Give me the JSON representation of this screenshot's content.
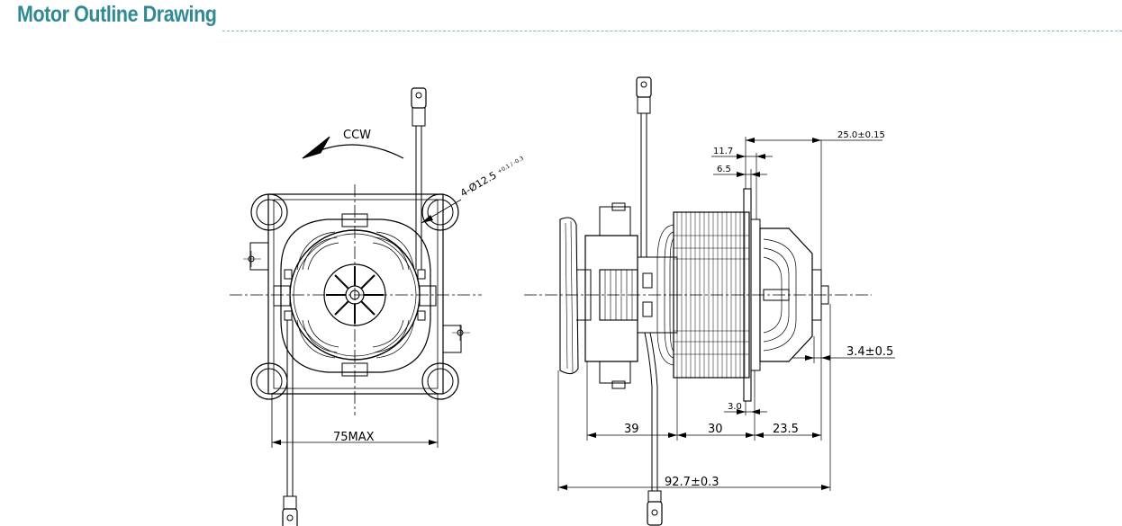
{
  "title": "Motor Outline Drawing",
  "colors": {
    "title": "#2f8a93",
    "rule": "#7fb6bf",
    "line": "#000000"
  },
  "front_view": {
    "rotation_label": "CCW",
    "hole_label": "4-Ø12.5",
    "hole_tolerance": "+0.1 / -0.3",
    "width_label": "75MAX"
  },
  "side_view": {
    "dim_11_7": "11.7",
    "dim_6_5": "6.5",
    "dim_25": "25.0±0.15",
    "dim_3_4": "3.4±0.5",
    "dim_3_0": "3.0",
    "dim_39": "39",
    "dim_30": "30",
    "dim_23_5": "23.5",
    "dim_total": "92.7±0.3"
  }
}
